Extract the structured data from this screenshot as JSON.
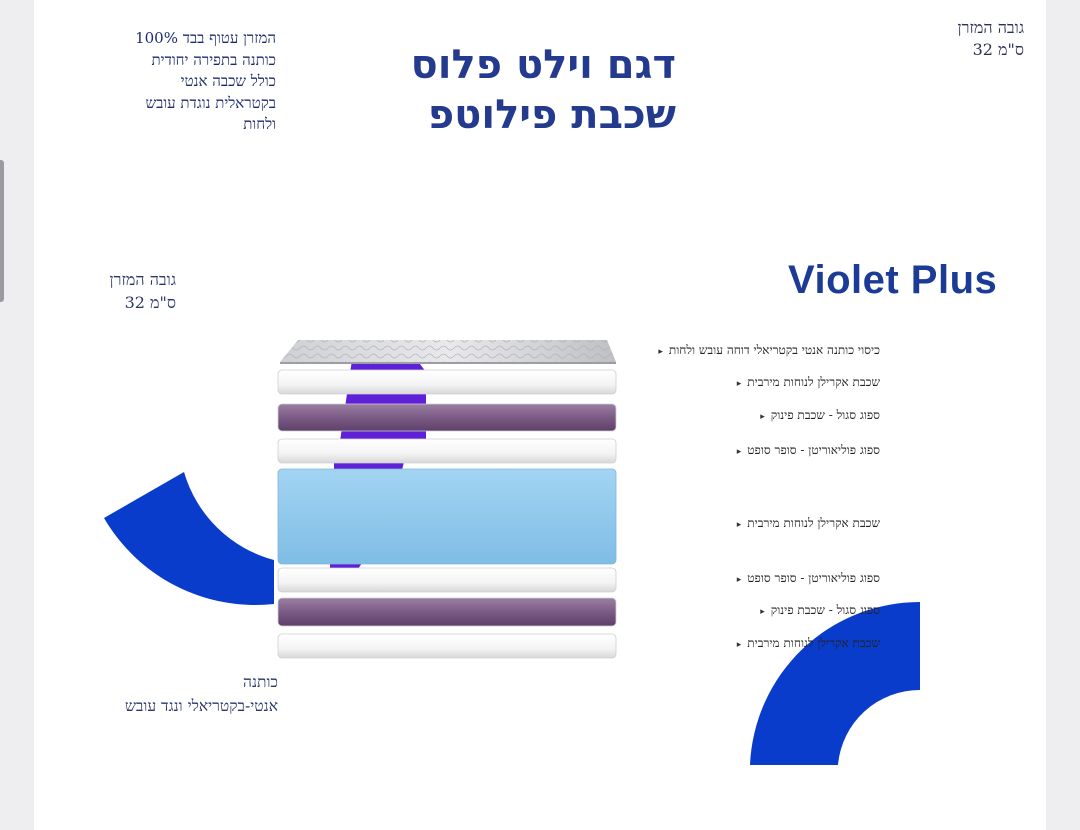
{
  "header": {
    "description_lines": [
      "המזרן עטוף בבד 100%",
      "כותנה בתפירה יחודית",
      "כולל שכבה אנטי",
      "בקטראלית נוגדת עובש",
      "ולחות"
    ],
    "headline_lines": [
      "דגם וילט פלוס",
      "שכבת פילוטפ"
    ],
    "height_top_lines": [
      "גובה המזרן",
      "ס\"מ 32"
    ]
  },
  "brand": {
    "name": "Violet Plus"
  },
  "side_height_lines": [
    "גובה המזרן",
    "ס\"מ 32"
  ],
  "bottom_caption_lines": [
    "כותנה",
    "אנטי-בקטריאלי ונגד עובש"
  ],
  "layers": [
    {
      "label": "כיסוי כותנה אנטי בקטריאלי דוחה עובש ולחות",
      "type": "cover"
    },
    {
      "label": "שכבת אקרילן לנוחות מירבית",
      "type": "white"
    },
    {
      "label": "ספוג סגול - שכבת פינוק",
      "type": "purple"
    },
    {
      "label": "ספוג פוליאוריטן - סופר סופט",
      "type": "white"
    },
    {
      "label": "שכבת אקרילן לנוחות מירבית",
      "type": "blue"
    },
    {
      "label": "ספוג פוליאוריטן - סופר סופט",
      "type": "white"
    },
    {
      "label": "ספוג סגול - שכבת פינוק",
      "type": "purple"
    },
    {
      "label": "שכבת אקרילן לנוחות מירבית",
      "type": "white"
    }
  ],
  "colors": {
    "accent_blue": "#0a3ccc",
    "brand_navy": "#1c3b96",
    "foam_purple": "#7c5a86",
    "foam_blue": "#8ec9ec",
    "foam_white": "#f5f5f5",
    "violet_stripe": "#5f21d8"
  },
  "icon_names": [
    "layer-bullet-icon"
  ]
}
